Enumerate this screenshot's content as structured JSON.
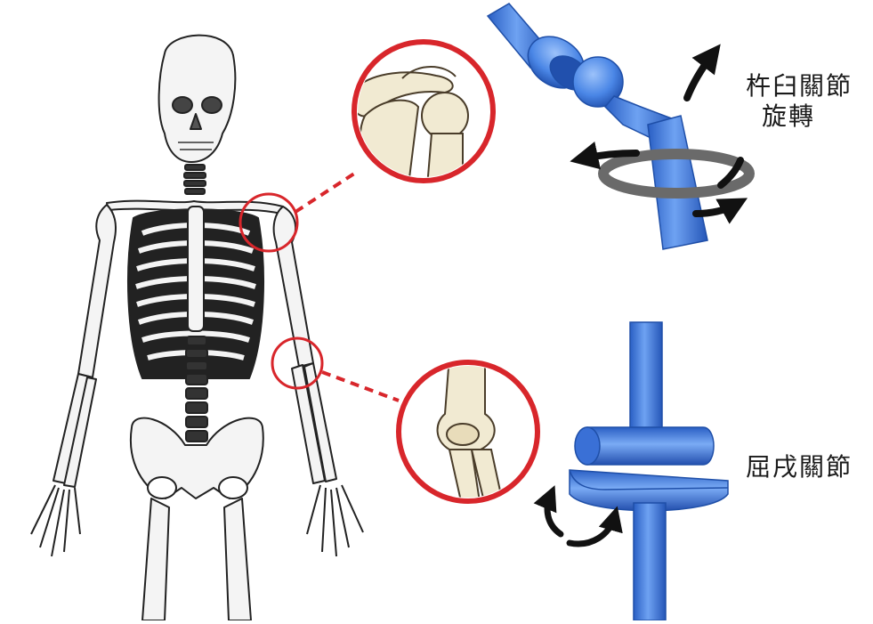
{
  "labels": {
    "ball_socket_line1": "杵臼關節",
    "ball_socket_line2": "旋轉",
    "hinge": "屈戌關節"
  },
  "colors": {
    "highlight_circle": "#d8262b",
    "joint_model_blue": "#3f7fe0",
    "joint_model_dark": "#1f4fa8",
    "bone_fill": "#f1ead2",
    "skeleton_fill": "#f4f4f4",
    "arrow": "#111111",
    "ring": "#7a7a7a"
  },
  "icons": {
    "skeleton": "human-skeleton-illustration",
    "shoulder_zoom": "shoulder-joint-closeup",
    "elbow_zoom": "elbow-joint-closeup",
    "ball_model": "ball-and-socket-joint-model",
    "hinge_model": "hinge-joint-model",
    "rotation_arrows": "rotation-arrows"
  }
}
